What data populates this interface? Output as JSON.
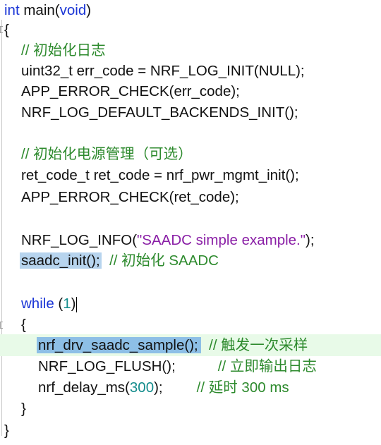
{
  "code": {
    "line_01": {
      "kw": "int",
      "rest": " main(",
      "kw2": "void",
      "end": ")"
    },
    "line_02": {
      "text": "{"
    },
    "line_03": {
      "comment": "// 初始化日志"
    },
    "line_04": {
      "text": "uint32_t err_code = NRF_LOG_INIT(NULL);"
    },
    "line_05": {
      "text": "APP_ERROR_CHECK(err_code);"
    },
    "line_06": {
      "text": "NRF_LOG_DEFAULT_BACKENDS_INIT();"
    },
    "line_07": {
      "comment": "// 初始化电源管理（可选）"
    },
    "line_08": {
      "text": "ret_code_t ret_code = nrf_pwr_mgmt_init();"
    },
    "line_09": {
      "text": "APP_ERROR_CHECK(ret_code);"
    },
    "line_10": {
      "pre": "NRF_LOG_INFO(",
      "str": "\"SAADC simple example.\"",
      "post": ");"
    },
    "line_11": {
      "selected": "saadc_init();",
      "comment": "// 初始化 SAADC"
    },
    "line_12": {
      "kw": "while",
      "pre": " (",
      "num": "1",
      "post": ")"
    },
    "line_13": {
      "text": "{"
    },
    "line_14": {
      "selected": "nrf_drv_saadc_sample();",
      "comment": "// 触发一次采样"
    },
    "line_15": {
      "text": "NRF_LOG_FLUSH();",
      "comment": "// 立即输出日志"
    },
    "line_16": {
      "pre": "nrf_delay_ms(",
      "num": "300",
      "post": ");",
      "comment": "// 延时 300 ms"
    },
    "line_17": {
      "text": "}"
    },
    "line_18": {
      "text": "}"
    }
  },
  "colors": {
    "keyword": "#1a35d6",
    "number": "#138c8c",
    "string": "#8a1fa6",
    "comment": "#2d8a2d",
    "selection": "#b7d4ee",
    "current_line": "#e8fae8"
  }
}
